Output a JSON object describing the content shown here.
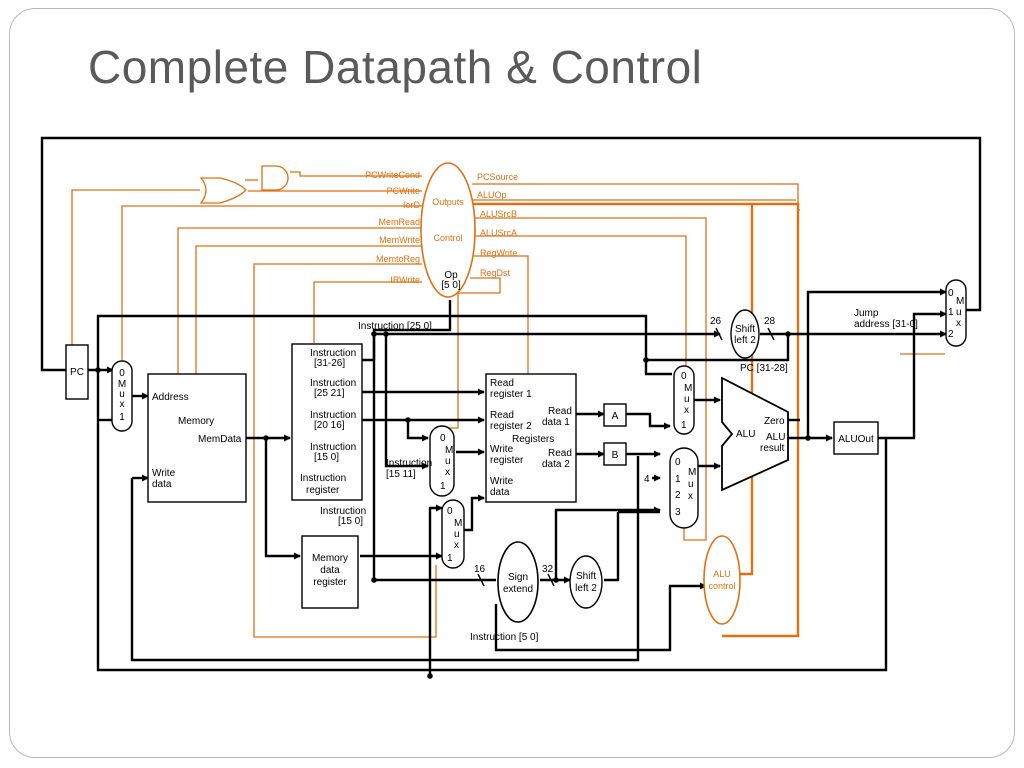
{
  "title": "Complete Datapath & Control",
  "colors": {
    "datapath": "#000000",
    "control": "#e07010",
    "title": "#5a5a5a"
  },
  "diagram": {
    "control": {
      "block": [
        "Outputs",
        "Control",
        "Op",
        "[5   0]"
      ],
      "left_signals": [
        "PCWriteCond",
        "PCWrite",
        "IorD",
        "MemRead",
        "MemWrite",
        "MemtoReg",
        "IRWrite"
      ],
      "right_signals": [
        "PCSource",
        "ALUOp",
        "ALUSrcB",
        "ALUSrcA",
        "RegWrite",
        "RegDst"
      ]
    },
    "pc": "PC",
    "mux": {
      "label": "Mux",
      "zero": "0",
      "one": "1",
      "two": "2",
      "three": "3"
    },
    "memory": {
      "address": "Address",
      "name": "Memory",
      "memdata": "MemData",
      "write": "Write",
      "data": "data"
    },
    "instr_reg": {
      "f1a": "Instruction",
      "f1b": "[31-26]",
      "f2a": "Instruction",
      "f2b": "[25   21]",
      "f3a": "Instruction",
      "f3b": "[20   16]",
      "f4a": "Instruction",
      "f4b": "[15   0]",
      "n1": "Instruction",
      "n2": "register"
    },
    "mdr": [
      "Memory",
      "data",
      "register"
    ],
    "regfile": {
      "rr1a": "Read",
      "rr1b": "register 1",
      "rr2a": "Read",
      "rr2b": "register 2",
      "wra": "Write",
      "wrb": "register",
      "wda": "Write",
      "wdb": "data",
      "rd1a": "Read",
      "rd1b": "data 1",
      "rd2a": "Read",
      "rd2b": "data 2",
      "name": "Registers"
    },
    "a": "A",
    "b": "B",
    "alu": {
      "name": "ALU",
      "zero": "Zero",
      "res1": "ALU",
      "res2": "result"
    },
    "aluout": "ALUOut",
    "sign_extend": [
      "Sign",
      "extend"
    ],
    "shift_left": [
      "Shift",
      "left 2"
    ],
    "alu_control": [
      "ALU",
      "control"
    ],
    "labels": {
      "instr_25_0": "Instruction [25   0]",
      "instr_15_11a": "Instruction",
      "instr_15_11b": "[15   11]",
      "instr_15_0a": "Instruction",
      "instr_15_0b": "[15   0]",
      "instr_5_0": "Instruction [5   0]",
      "pc_31_28": "PC [31-28]",
      "jump1": "Jump",
      "jump2": "address [31-0]",
      "w26": "26",
      "w28": "28",
      "w16": "16",
      "w32": "32",
      "c4": "4"
    }
  }
}
